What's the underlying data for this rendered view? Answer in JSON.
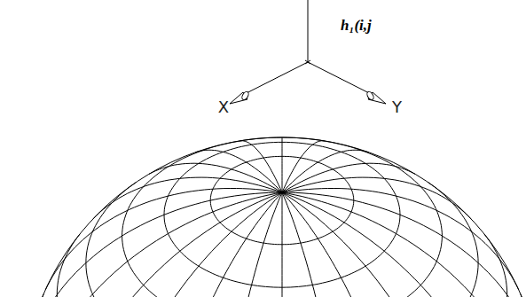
{
  "diagram": {
    "labels": [
      "h₁(i,j",
      "X",
      "Y"
    ]
  }
}
